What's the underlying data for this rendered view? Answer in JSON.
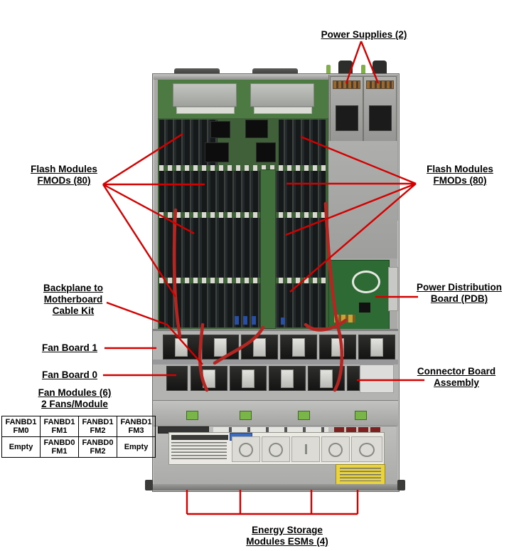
{
  "figure": {
    "type": "hardware-callout-diagram",
    "subject": "server chassis top view with component callouts"
  },
  "colors": {
    "callout_red": "#d40000",
    "cable_red": "#b32622",
    "chassis_gray": "#a9a9a7",
    "pcb_green": "#3f6039",
    "latch_green": "#79b548",
    "warning_yellow": "#e9d33f"
  },
  "labels": {
    "power_supplies": {
      "text": "Power Supplies (2)"
    },
    "flash_modules_left": {
      "line1": "Flash Modules",
      "line2": "FMODs (80)"
    },
    "flash_modules_right": {
      "line1": "Flash Modules",
      "line2": "FMODs (80)"
    },
    "backplane_cable_kit": {
      "line1": "Backplane to",
      "line2": "Motherboard",
      "line3": "Cable Kit"
    },
    "fan_board_1": {
      "text": "Fan Board 1"
    },
    "fan_board_0": {
      "text": "Fan Board 0"
    },
    "fan_modules": {
      "line1": "Fan Modules (6)",
      "line2": "2 Fans/Module"
    },
    "power_distribution_board": {
      "line1": "Power Distribution",
      "line2": "Board (PDB)"
    },
    "connector_board": {
      "line1": "Connector Board",
      "line2": "Assembly"
    },
    "energy_storage_modules": {
      "line1": "Energy Storage",
      "line2": "Modules ESMs (4)"
    }
  },
  "fan_module_table": {
    "rows": [
      [
        "FANBD1\nFM0",
        "FANBD1\nFM1",
        "FANBD1\nFM2",
        "FANBD1\nFM3"
      ],
      [
        "Empty",
        "FANBD0\nFM1",
        "FANBD0\nFM2",
        "Empty"
      ]
    ]
  }
}
